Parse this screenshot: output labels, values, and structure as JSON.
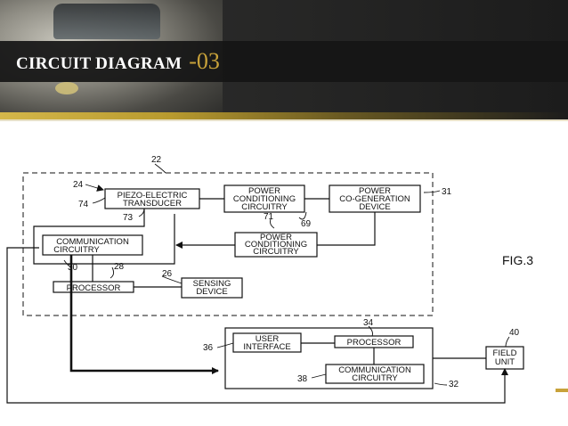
{
  "slide": {
    "title_main": "CIRCUIT DIAGRAM",
    "title_suffix": "-03",
    "accent_color": "#c8a23a"
  },
  "figure": {
    "label": "FIG.3",
    "blocks": {
      "piezo": [
        "PIEZO-ELECTRIC",
        "TRANSDUCER"
      ],
      "power_cond_top": [
        "POWER",
        "CONDITIONING",
        "CIRCUITRY"
      ],
      "power_cogen": [
        "POWER",
        "CO-GENERATION",
        "DEVICE"
      ],
      "power_cond_mid": [
        "POWER",
        "CONDITIONING",
        "CIRCUITRY"
      ],
      "comm_left": [
        "COMMUNICATION",
        "CIRCUITRY"
      ],
      "processor_left": [
        "PROCESSOR"
      ],
      "sensing": [
        "SENSING",
        "DEVICE"
      ],
      "user_interface": [
        "USER",
        "INTERFACE"
      ],
      "processor_right": [
        "PROCESSOR"
      ],
      "comm_right": [
        "COMMUNICATION",
        "CIRCUITRY"
      ],
      "field_unit": [
        "FIELD",
        "UNIT"
      ]
    },
    "refs": {
      "r22": "22",
      "r24": "24",
      "r74": "74",
      "r73": "73",
      "r71": "71",
      "r69": "69",
      "r31": "31",
      "r30": "30",
      "r28": "28",
      "r26": "26",
      "r34": "34",
      "r36": "36",
      "r38": "38",
      "r32": "32",
      "r40": "40"
    }
  }
}
